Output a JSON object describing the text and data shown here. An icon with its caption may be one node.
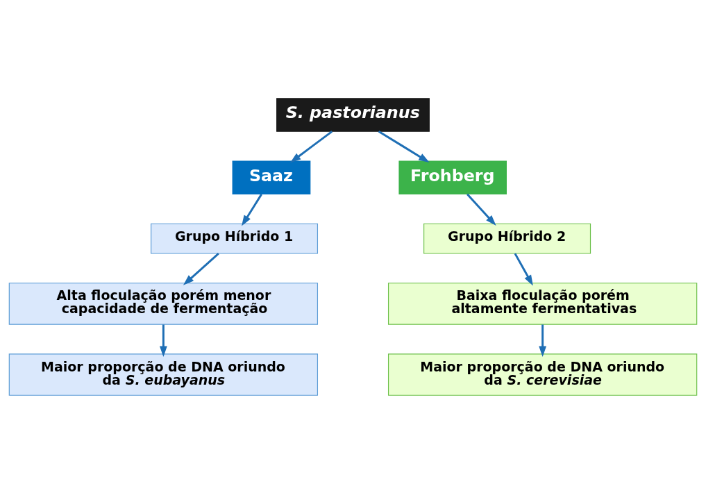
{
  "diagram": {
    "nodes": [
      {
        "text": [
          "S. pastorianus"
        ]
      },
      {
        "text": [
          "Saaz"
        ]
      },
      {
        "text": [
          "Frohberg"
        ]
      },
      {
        "text": [
          "Grupo Híbrido 1"
        ]
      },
      {
        "text": [
          "Grupo Híbrido 2"
        ]
      },
      {
        "text": [
          "Alta floculação porém menor capacidade de fermentação"
        ]
      },
      {
        "text": [
          "Baixa floculação porém altamente fermentativas"
        ]
      },
      {
        "text": [
          "Maior proporção de DNA oriundo da *S. eubayanus*"
        ]
      },
      {
        "text": [
          "Maior proporção de DNA oriundo da *S. cerevisiae*"
        ]
      }
    ],
    "edges": [
      {
        "from": 0,
        "to": 1,
        "arrow": "to"
      },
      {
        "from": 0,
        "to": 2,
        "arrow": "to"
      },
      {
        "from": 1,
        "to": 3,
        "arrow": "to"
      },
      {
        "from": 2,
        "to": 4,
        "arrow": "to"
      },
      {
        "from": 3,
        "to": 5,
        "arrow": "to"
      },
      {
        "from": 4,
        "to": 6,
        "arrow": "to"
      },
      {
        "from": 5,
        "to": 7,
        "arrow": "to"
      },
      {
        "from": 6,
        "to": 8,
        "arrow": "to"
      }
    ]
  }
}
